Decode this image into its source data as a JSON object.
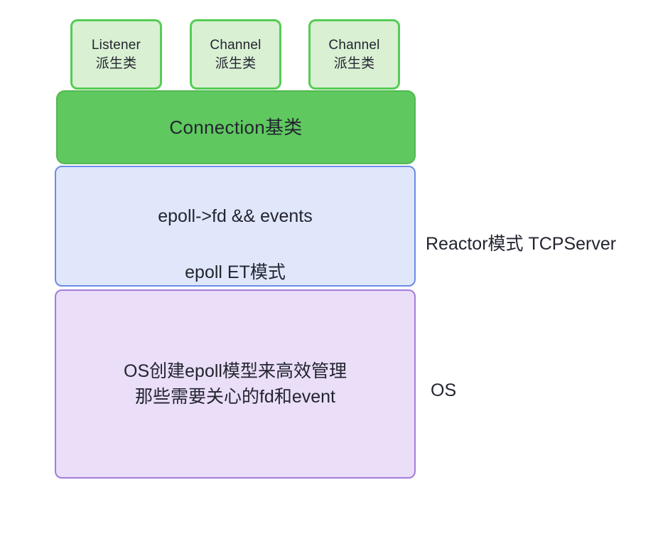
{
  "diagram": {
    "title": "Reactor TCPServer layered architecture",
    "colors": {
      "derived_fill": "#d9f0d3",
      "derived_border": "#55cc55",
      "connection_fill": "#5fc95f",
      "connection_border": "#53b84f",
      "epoll_fill": "#e0e7fb",
      "epoll_border": "#6b8ce8",
      "os_fill": "#eadef8",
      "os_border": "#a27ddb",
      "text": "#232530",
      "background": "#ffffff"
    },
    "derived_nodes": [
      {
        "line1": "Listener",
        "line2": "派生类"
      },
      {
        "line1": "Channel",
        "line2": "派生类"
      },
      {
        "line1": "Channel",
        "line2": "派生类"
      }
    ],
    "connection_layer": {
      "label": "Connection基类"
    },
    "epoll_layer": {
      "line1": "epoll->fd && events",
      "line2": "epoll ET模式"
    },
    "os_layer": {
      "text": "OS创建epoll模型来高效管理\n那些需要关心的fd和event"
    },
    "side_labels": {
      "reactor": "Reactor模式 TCPServer",
      "os": "OS"
    }
  }
}
